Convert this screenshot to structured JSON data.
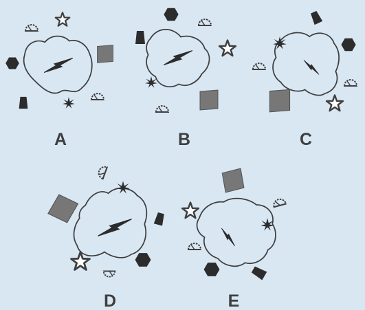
{
  "figures": [
    {
      "label": "A"
    },
    {
      "label": "B"
    },
    {
      "label": "C"
    },
    {
      "label": "D"
    },
    {
      "label": "E"
    }
  ],
  "colors": {
    "background": "#d9e7f3",
    "stroke": "#3f3f3f",
    "fill_white": "#ffffff",
    "fill_dark": "#2c2c2c",
    "fill_grey": "#777777"
  }
}
